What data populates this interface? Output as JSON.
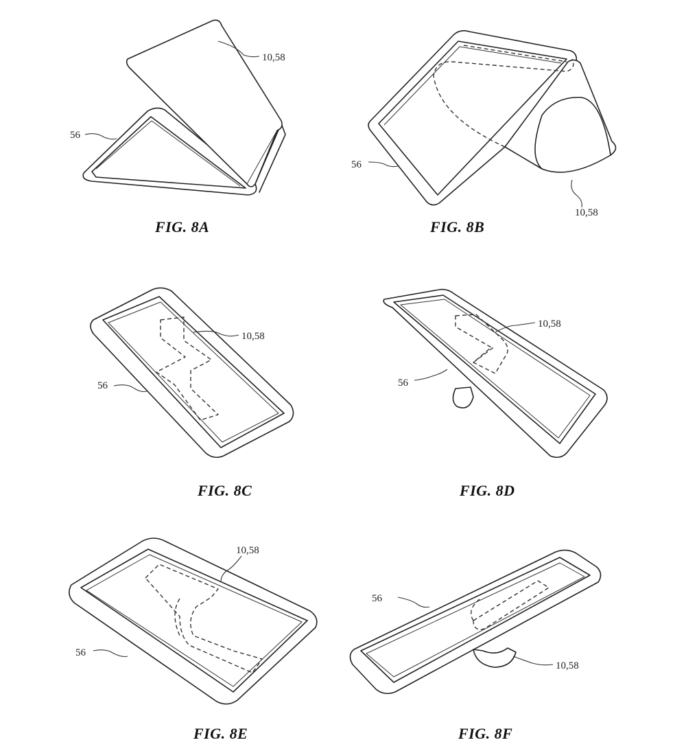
{
  "figures": [
    {
      "caption": "FIG. 8A",
      "labels": [
        "10,58",
        "56"
      ]
    },
    {
      "caption": "FIG. 8B",
      "labels": [
        "56",
        "10,58"
      ]
    },
    {
      "caption": "FIG. 8C",
      "labels": [
        "10,58",
        "56"
      ]
    },
    {
      "caption": "FIG. 8D",
      "labels": [
        "10,58",
        "56"
      ]
    },
    {
      "caption": "FIG. 8E",
      "labels": [
        "10,58",
        "56"
      ]
    },
    {
      "caption": "FIG. 8F",
      "labels": [
        "56",
        "10,58"
      ]
    }
  ]
}
